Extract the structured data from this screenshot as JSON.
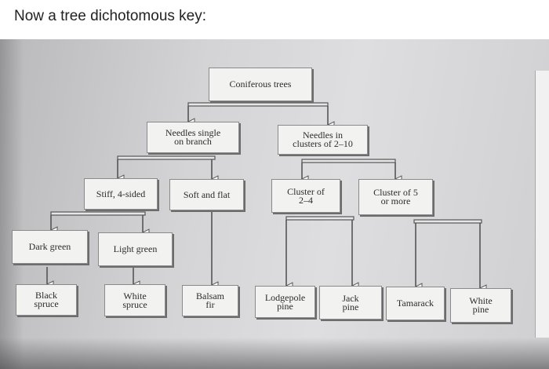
{
  "header": {
    "title": "Now a tree dichotomous key:"
  },
  "key": {
    "root": "Coniferous trees",
    "needles_single": "Needles single\non branch",
    "needles_clusters": "Needles in\nclusters of 2–10",
    "stiff_four_sided": "Stiff, 4-sided",
    "soft_flat": "Soft and flat",
    "cluster_2_4": "Cluster of\n2–4",
    "cluster_5_more": "Cluster of 5\nor more",
    "dark_green": "Dark green",
    "light_green": "Light green",
    "black_spruce": "Black\nspruce",
    "white_spruce": "White\nspruce",
    "balsam_fir": "Balsam\nfir",
    "lodgepole_pine": "Lodgepole\npine",
    "jack_pine": "Jack\npine",
    "tamarack": "Tamarack",
    "white_pine": "White\npine"
  },
  "colors": {
    "box_fill": "#f2f2f0",
    "line": "#555555",
    "bar_fill": "#e6e6e6"
  }
}
